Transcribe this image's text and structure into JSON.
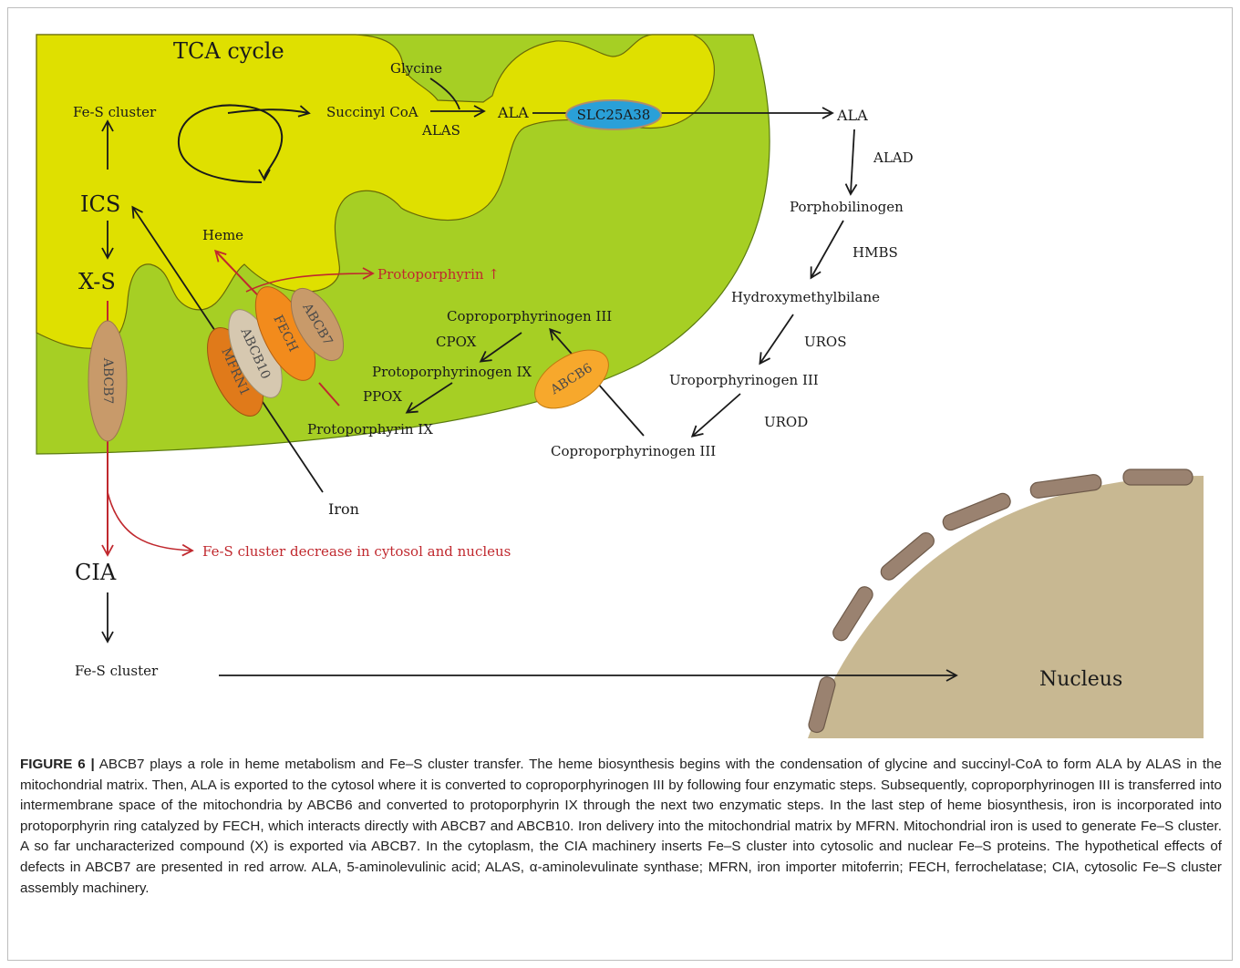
{
  "figure": {
    "label": "FIGURE 6 |",
    "caption": "ABCB7 plays a role in heme metabolism and Fe–S cluster transfer. The heme biosynthesis begins with the condensation of glycine and succinyl-CoA to form ALA by ALAS in the mitochondrial matrix. Then, ALA is exported to the cytosol where it is converted to coproporphyrinogen III by following four enzymatic steps. Subsequently, coproporphyrinogen III is transferred into intermembrane space of the mitochondria by ABCB6 and converted to protoporphyrin IX through the next two enzymatic steps. In the last step of heme biosynthesis, iron is incorporated into protoporphyrin ring catalyzed by FECH, which interacts directly with ABCB7 and ABCB10. Iron delivery into the mitochondrial matrix by MFRN. Mitochondrial iron is used to generate Fe–S cluster. A so far uncharacterized compound (X) is exported via ABCB7. In the cytoplasm, the CIA machinery inserts Fe–S cluster into cytosolic and nuclear Fe–S proteins. The hypothetical effects of defects in ABCB7 are presented in red arrow. ALA, 5-aminolevulinic acid; ALAS, α-aminolevulinate synthase; MFRN, iron importer mitoferrin; FECH, ferrochelatase; CIA, cytosolic Fe–S cluster assembly machinery."
  },
  "diagram": {
    "colors": {
      "outer_membrane_green": "#a6cf24",
      "matrix_yellow": "#dfe000",
      "nucleus_fill": "#c8b892",
      "nuclear_pore": "#9a8270",
      "red_arrow": "#c0282e",
      "slc_blue": "#2aa0d8",
      "abcb6_orange": "#f7a82c",
      "fech_orange": "#f28b1c",
      "abcb7_tan": "#c89a6a",
      "abcb10_beige": "#d6c8b0",
      "mfrn1_orange": "#e07a1a"
    },
    "labels": {
      "tca_cycle": "TCA cycle",
      "glycine": "Glycine",
      "succinyl_coa": "Succinyl CoA",
      "alas": "ALAS",
      "ala_matrix": "ALA",
      "slc25a38": "SLC25A38",
      "ala_cytosol": "ALA",
      "alad": "ALAD",
      "porphobilinogen": "Porphobilinogen",
      "hmbs": "HMBS",
      "hydroxymethylbilane": "Hydroxymethylbilane",
      "uros": "UROS",
      "uroporphyrinogen": "Uroporphyrinogen III",
      "urod": "UROD",
      "coproporphyrinogen_cytosol": "Coproporphyrinogen III",
      "abcb6": "ABCB6",
      "coproporphyrinogen_ims": "Coproporphyrinogen III",
      "cpox": "CPOX",
      "protoporphyrinogen": "Protoporphyrinogen IX",
      "ppox": "PPOX",
      "protoporphyrin_ix": "Protoporphyrin IX",
      "protoporphyrin_up": "Protoporphyrin ↑",
      "heme": "Heme",
      "fe_s_cluster_matrix": "Fe-S cluster",
      "ics": "ICS",
      "xs": "X-S",
      "abcb7_left": "ABCB7",
      "mfrn1": "MFRN1",
      "abcb10": "ABCB10",
      "fech": "FECH",
      "abcb7_right": "ABCB7",
      "iron": "Iron",
      "fe_s_decrease": "Fe-S cluster decrease in cytosol and nucleus",
      "cia": "CIA",
      "fe_s_cluster_cytosol": "Fe-S cluster",
      "nucleus": "Nucleus"
    }
  }
}
